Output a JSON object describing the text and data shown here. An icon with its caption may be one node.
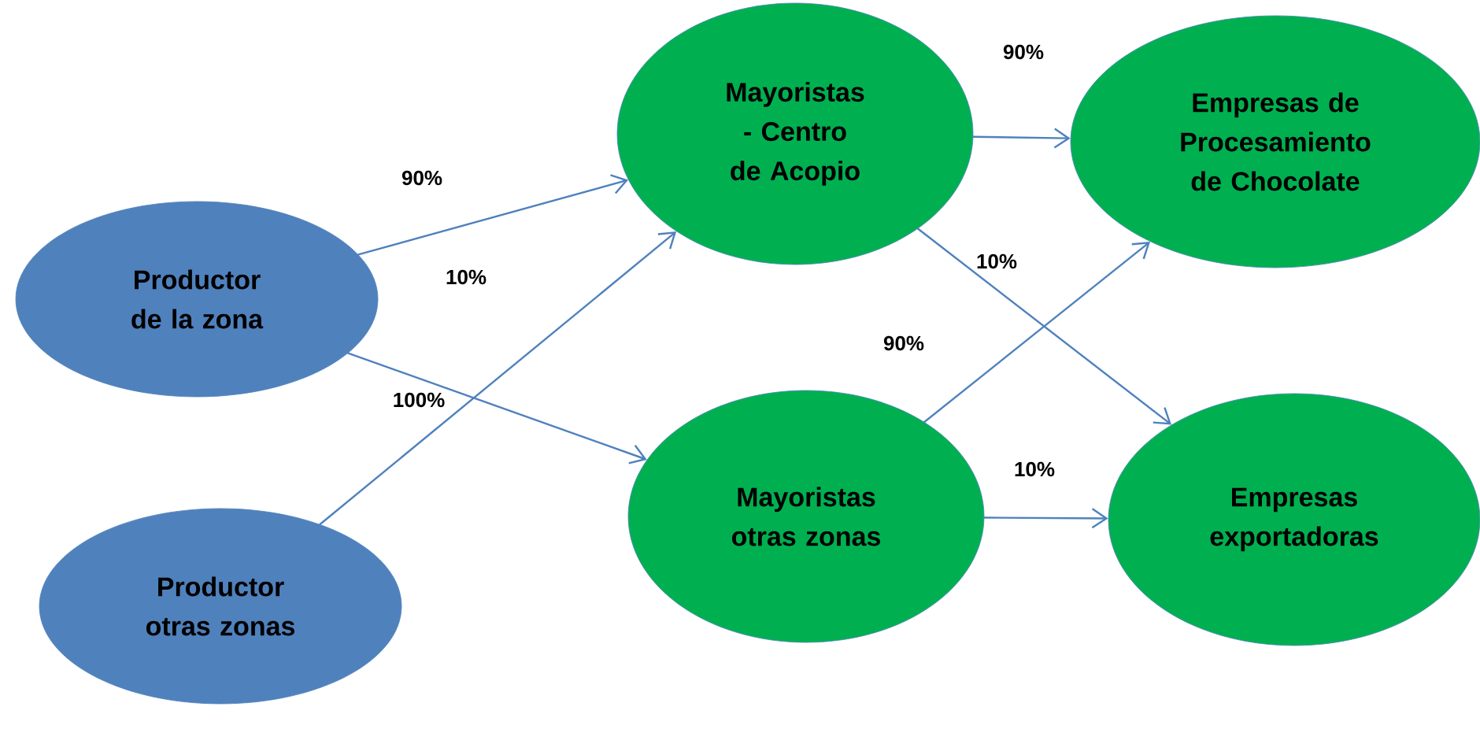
{
  "diagram": {
    "nodes": [
      {
        "text": [
          "Productor de la zona"
        ]
      },
      {
        "text": [
          "Productor otras zonas"
        ]
      },
      {
        "text": [
          "Mayoristas - Centro de Acopio"
        ]
      },
      {
        "text": [
          "Mayoristas otras zonas"
        ]
      },
      {
        "text": [
          "Empresas de Procesamiento de Chocolate"
        ]
      },
      {
        "text": [
          "Empresas exportadoras"
        ]
      }
    ],
    "edges": [
      {
        "from": 0,
        "to": 2,
        "arrow": "to",
        "label": "90%"
      },
      {
        "from": 0,
        "to": 3,
        "arrow": "to",
        "label": "10%"
      },
      {
        "from": 1,
        "to": 2,
        "arrow": "to",
        "label": "100%"
      },
      {
        "from": 2,
        "to": 4,
        "arrow": "to",
        "label": "90%"
      },
      {
        "from": 2,
        "to": 5,
        "arrow": "to",
        "label": "10%"
      },
      {
        "from": 3,
        "to": 4,
        "arrow": "to",
        "label": "90%"
      },
      {
        "from": 3,
        "to": 5,
        "arrow": "to",
        "label": "10%"
      }
    ]
  }
}
